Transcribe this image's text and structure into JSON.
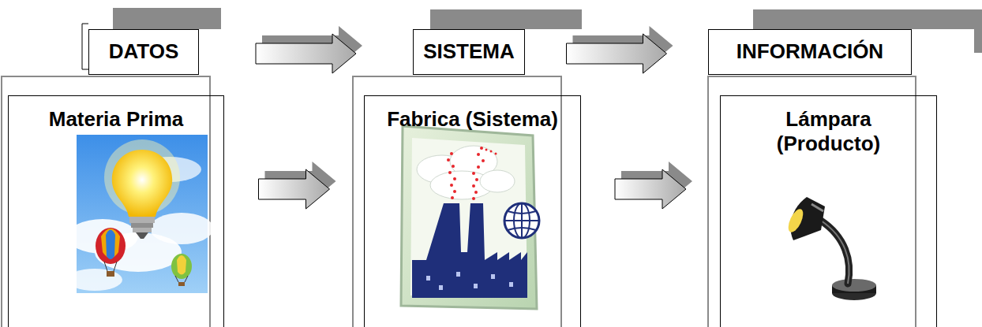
{
  "diagram": {
    "nodes": [
      {
        "text": [
          "DATOS"
        ]
      },
      {
        "text": [
          "SISTEMA"
        ]
      },
      {
        "text": [
          "INFORMACIÓN"
        ]
      },
      {
        "text": [
          "Materia Prima"
        ]
      },
      {
        "text": [
          "Fabrica (Sistema)"
        ]
      },
      {
        "text": [
          "Lámpara (Producto)"
        ]
      }
    ],
    "edges": [
      {
        "from": 0,
        "to": 1,
        "arrow": "to"
      },
      {
        "from": 1,
        "to": 2,
        "arrow": "to"
      },
      {
        "from": 3,
        "to": 4,
        "arrow": "to"
      },
      {
        "from": 4,
        "to": 5,
        "arrow": "to"
      }
    ]
  }
}
